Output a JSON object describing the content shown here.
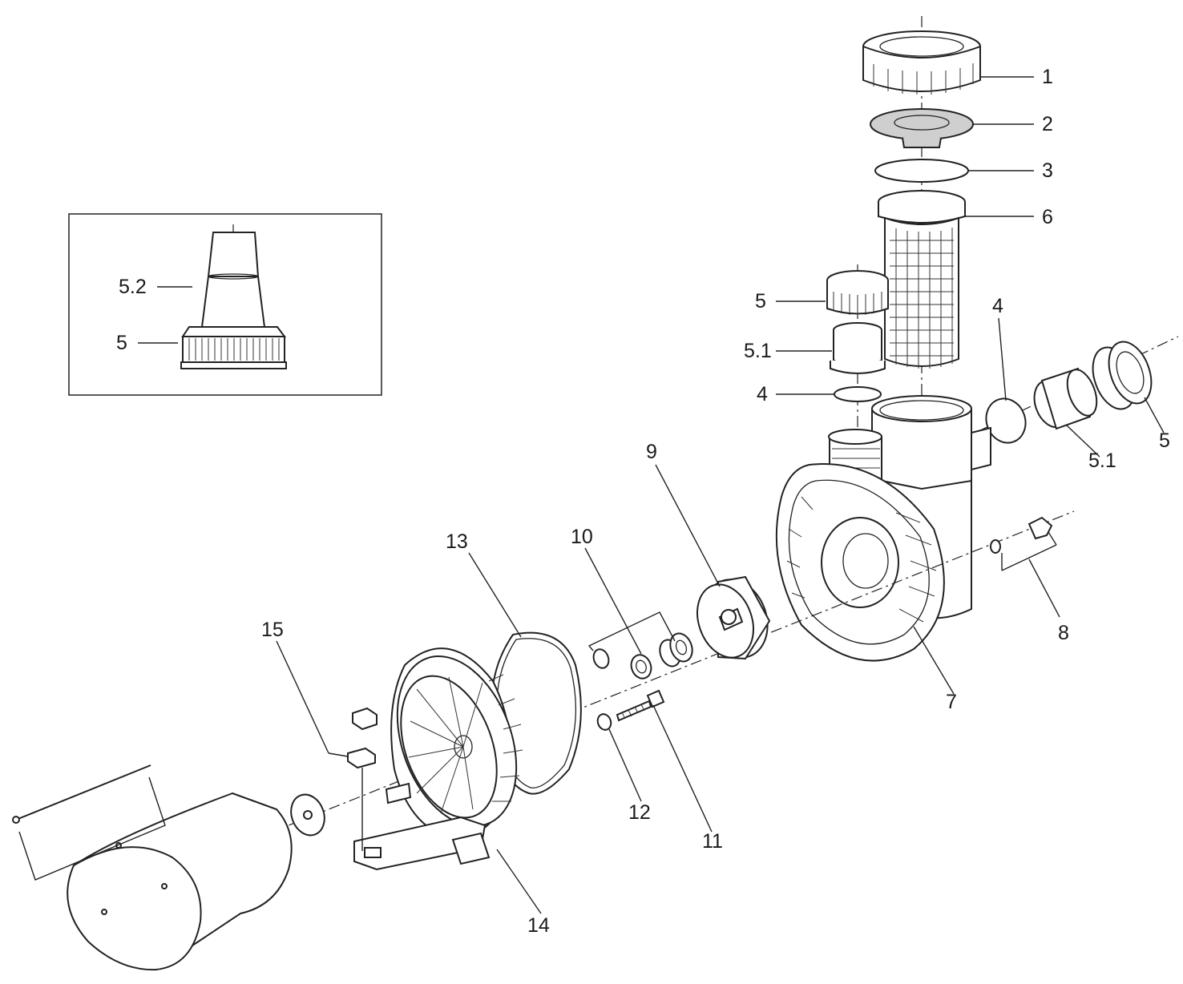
{
  "callouts": [
    {
      "id": "c1",
      "text": "1"
    },
    {
      "id": "c2",
      "text": "2"
    },
    {
      "id": "c3",
      "text": "3"
    },
    {
      "id": "c6",
      "text": "6"
    },
    {
      "id": "c5a",
      "text": "5"
    },
    {
      "id": "c51a",
      "text": "5.1"
    },
    {
      "id": "c4a",
      "text": "4"
    },
    {
      "id": "c4b",
      "text": "4"
    },
    {
      "id": "c51b",
      "text": "5.1"
    },
    {
      "id": "c5b",
      "text": "5"
    },
    {
      "id": "c9",
      "text": "9"
    },
    {
      "id": "c10",
      "text": "10"
    },
    {
      "id": "c13",
      "text": "13"
    },
    {
      "id": "c15",
      "text": "15"
    },
    {
      "id": "c8",
      "text": "8"
    },
    {
      "id": "c7",
      "text": "7"
    },
    {
      "id": "c12",
      "text": "12"
    },
    {
      "id": "c11",
      "text": "11"
    },
    {
      "id": "c14",
      "text": "14"
    }
  ],
  "inset": {
    "labels": [
      {
        "id": "i52",
        "text": "5.2"
      },
      {
        "id": "i5",
        "text": "5"
      }
    ]
  },
  "colors": {
    "line": "#222222",
    "background": "#ffffff",
    "shade": "#cfcfcf"
  }
}
